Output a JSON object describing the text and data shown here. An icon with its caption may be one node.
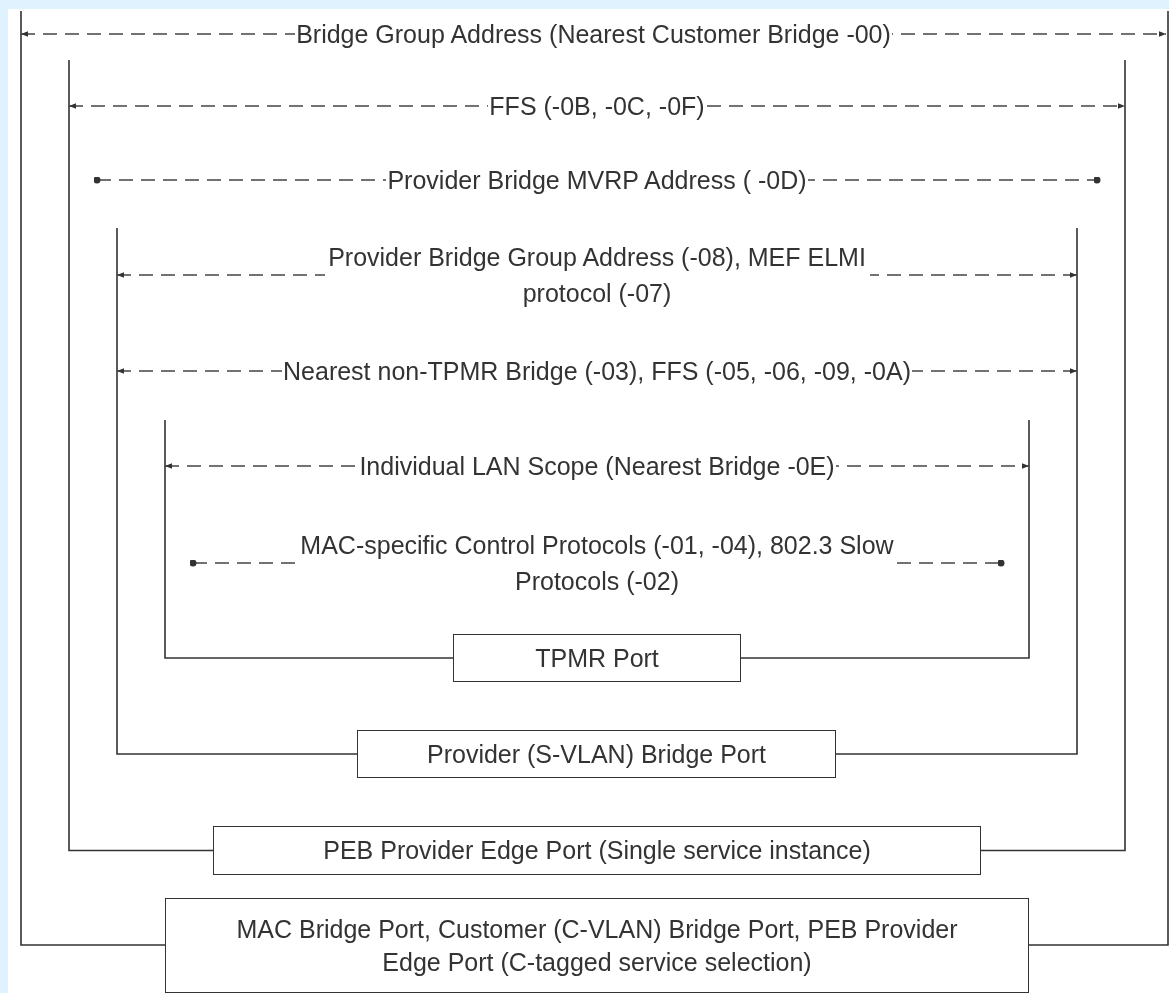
{
  "diagram": {
    "nodes": [
      {
        "text": [
          "TPMR Port"
        ]
      },
      {
        "text": [
          "Provider (S-VLAN) Bridge Port"
        ]
      },
      {
        "text": [
          "PEB Provider Edge Port (Single service instance)"
        ]
      },
      {
        "text": [
          "MAC Bridge Port, Customer (C-VLAN) Bridge Port, PEB Provider Edge Port (C-tagged service selection)"
        ]
      }
    ],
    "labels": [
      "Bridge Group Address (Nearest Customer Bridge -00)",
      "FFS (-0B, -0C, -0F)",
      "Provider Bridge MVRP Address ( -0D)",
      "Provider Bridge Group Address (-08), MEF ELMI protocol (-07)",
      "Nearest non-TPMR Bridge (-03), FFS (-05, -06, -09, -0A)",
      "Individual LAN Scope (Nearest Bridge -0E)",
      "MAC-specific Control Protocols (-01, -04), 802.3 Slow Protocols (-02)"
    ]
  }
}
